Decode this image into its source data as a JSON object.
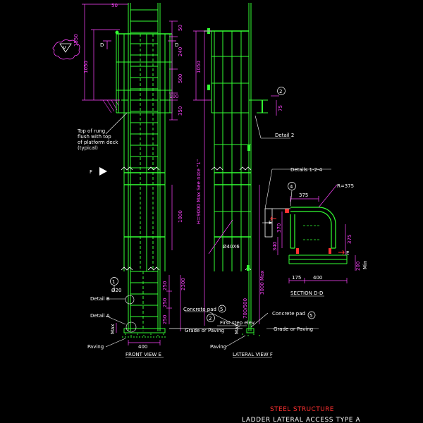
{
  "colors": {
    "background": "#000000",
    "steel": "#33ff33",
    "dimension": "#ff44ff",
    "text": "#ffffff",
    "title_red": "#ff3030"
  },
  "front": {
    "dim_top": "50",
    "dim_1550": "1550",
    "dim_1050": "1050",
    "dim_50": "50",
    "dim_240": "240",
    "dim_500": "500",
    "dim_100": "100",
    "dim_350": "350",
    "dim_1000": "1000",
    "dim_2300": "2300",
    "dim_250a": "250",
    "dim_250b": "250",
    "dim_250c": "250",
    "dim_400": "400",
    "dim_max": "Max",
    "section_d_left": "D",
    "section_d_right": "D",
    "flag_v": "V",
    "note_rung": "Top of rung\nflush with top\nof platform deck\n(typical)",
    "view_arrow": "F",
    "balloon_1": "1",
    "dia_20": "Ø20",
    "detail_b": "Detail B",
    "detail_a": "Detail A",
    "paving": "Paving",
    "caption": "FRONT VIEW E"
  },
  "lateral": {
    "dim_1050": "1050",
    "height_label": "H=9000 Max   See note \"1\"",
    "dim_3000": "3000 Max",
    "dim_700": "700/500",
    "dim_max": "Max",
    "balloon_2a": "2",
    "balloon_2b": "2",
    "detail_2": "Detail  2",
    "pipe_label": "Ø40X6",
    "concrete_pad": "Concrete pad",
    "balloon_5a": "5",
    "first_step": "First step elev.",
    "grade": "Grade or Paving",
    "dim_75": "75",
    "concrete_pad_2": "Concrete pad",
    "balloon_5b": "5",
    "grade_2": "Grade or Paving",
    "paving": "Paving",
    "caption": "LATERAL VIEW F"
  },
  "section": {
    "details_label": "Details  1-2-4",
    "balloon_4": "4",
    "dim_375_top": "375",
    "radius": "R=375",
    "dim_370": "370",
    "dim_340": "340",
    "dim_375_side": "375",
    "dim_200": "200",
    "dim_min": "Min",
    "dim_175": "175",
    "dim_400": "400",
    "label_e_left": "E",
    "label_e_right": "E",
    "caption": "SECTION D-D"
  },
  "title": {
    "line1": "STEEL STRUCTURE",
    "line2": "LADDER LATERAL ACCESS TYPE A"
  }
}
